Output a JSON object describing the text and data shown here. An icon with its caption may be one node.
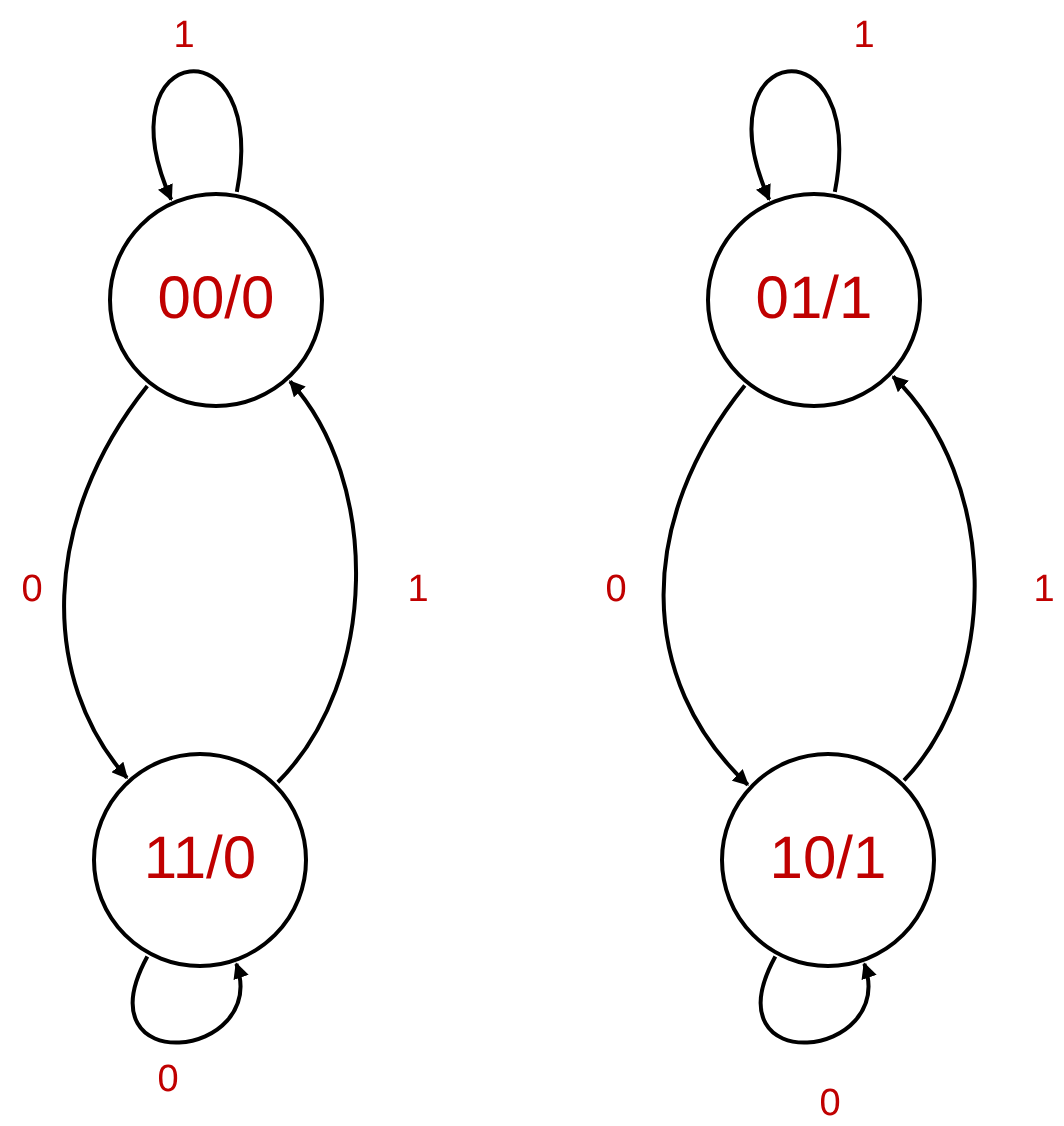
{
  "diagram": {
    "nodes": [
      {
        "text": [
          "00/0"
        ]
      },
      {
        "text": [
          "11/0"
        ]
      },
      {
        "text": [
          "01/1"
        ]
      },
      {
        "text": [
          "10/1"
        ]
      }
    ],
    "edges": [
      {
        "from": 0,
        "to": 0,
        "arrow": "to",
        "label": "1"
      },
      {
        "from": 0,
        "to": 1,
        "arrow": "to",
        "label": "0"
      },
      {
        "from": 1,
        "to": 0,
        "arrow": "to",
        "label": "1"
      },
      {
        "from": 1,
        "to": 1,
        "arrow": "to",
        "label": "0"
      },
      {
        "from": 2,
        "to": 2,
        "arrow": "to",
        "label": "1"
      },
      {
        "from": 2,
        "to": 3,
        "arrow": "to",
        "label": "0"
      },
      {
        "from": 3,
        "to": 2,
        "arrow": "to",
        "label": "1"
      },
      {
        "from": 3,
        "to": 3,
        "arrow": "to",
        "label": "0"
      }
    ]
  }
}
